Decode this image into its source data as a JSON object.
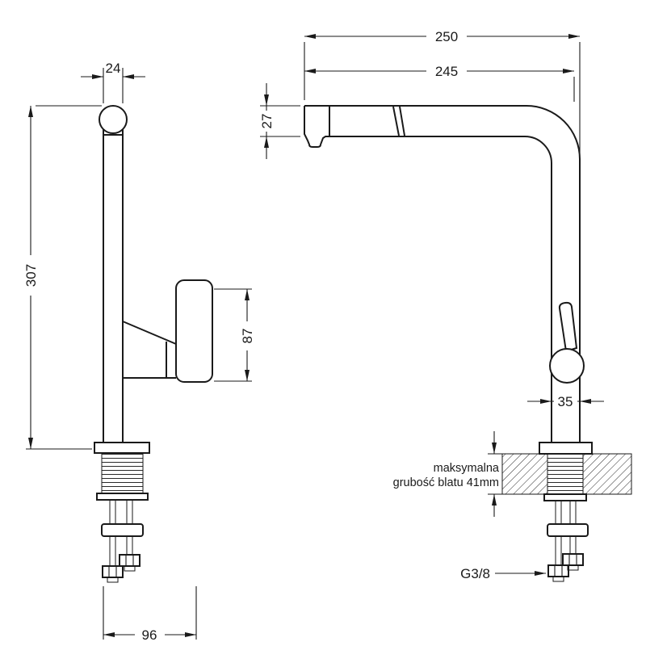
{
  "drawing_type": "faucet-installation-dimensions",
  "left_view": {
    "dim_top_width": "24",
    "dim_total_height": "307",
    "dim_body_height": "87",
    "dim_base_depth": "96"
  },
  "right_view": {
    "dim_overall_reach": "250",
    "dim_spout_reach": "245",
    "dim_spout_height": "27",
    "dim_pipe_width": "35",
    "countertop_note_line1": "maksymalna",
    "countertop_note_line2": "grubość blatu 41mm",
    "thread_label": "G3/8"
  },
  "colors": {
    "line": "#1a1a1a",
    "background": "#ffffff"
  }
}
